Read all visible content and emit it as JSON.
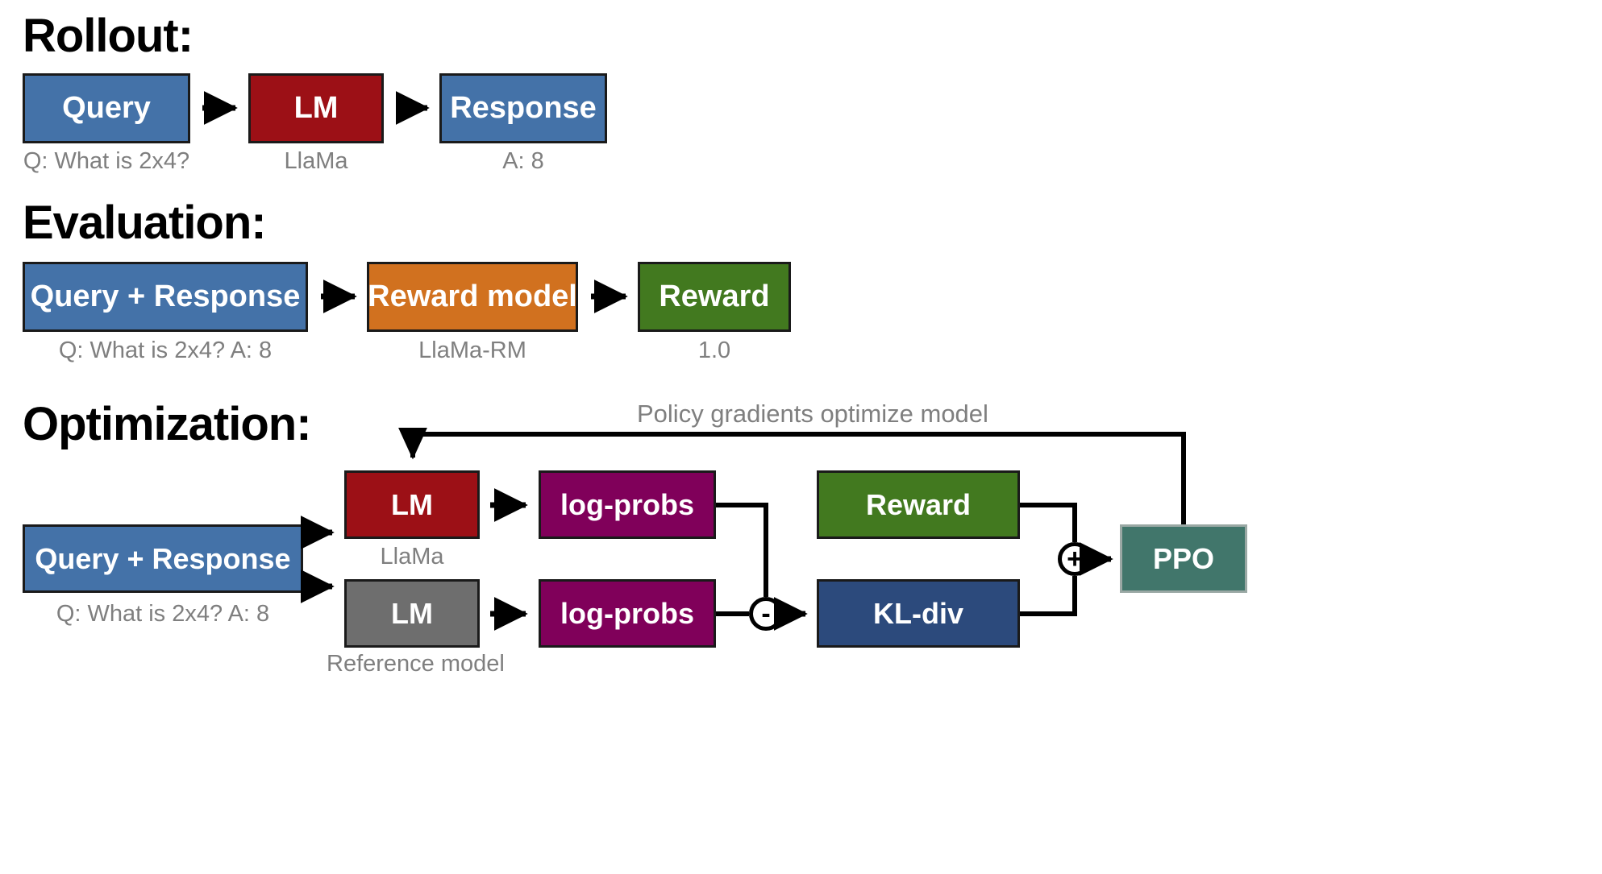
{
  "figure": {
    "title": "RLHF pipeline: Rollout, Evaluation, Optimization",
    "background": "#ffffff"
  },
  "palette": {
    "blue": "#4472A8",
    "red": "#9C1016",
    "orange": "#D1711F",
    "green": "#42791F",
    "purple": "#80005A",
    "navy": "#2C4A7C",
    "grey": "#6E6E6E",
    "teal": "#41766B",
    "caption_grey": "#7F7F7F",
    "outline": "#1a1a1a"
  },
  "sections": {
    "rollout": {
      "heading": "Rollout:",
      "nodes": {
        "query": "Query",
        "lm": "LM",
        "response": "Response"
      },
      "captions": {
        "query": "Q: What is 2x4?",
        "lm": "LlaMa",
        "response": "A: 8"
      }
    },
    "evaluation": {
      "heading": "Evaluation:",
      "nodes": {
        "query_response": "Query + Response",
        "reward_model": "Reward model",
        "reward": "Reward"
      },
      "captions": {
        "query_response": "Q: What is 2x4? A: 8",
        "reward_model": "LlaMa-RM",
        "reward": "1.0"
      }
    },
    "optimization": {
      "heading": "Optimization:",
      "annotation": "Policy gradients optimize model",
      "nodes": {
        "query_response": "Query + Response",
        "policy_lm": "LM",
        "reference_lm": "LM",
        "logprobs_policy": "log-probs",
        "logprobs_reference": "log-probs",
        "reward": "Reward",
        "kl_div": "KL-div",
        "ppo": "PPO"
      },
      "captions": {
        "query_response": "Q: What is 2x4? A: 8",
        "policy_lm": "LlaMa",
        "reference_lm": "Reference model"
      },
      "operators": {
        "minus": "-",
        "plus": "+"
      }
    }
  }
}
